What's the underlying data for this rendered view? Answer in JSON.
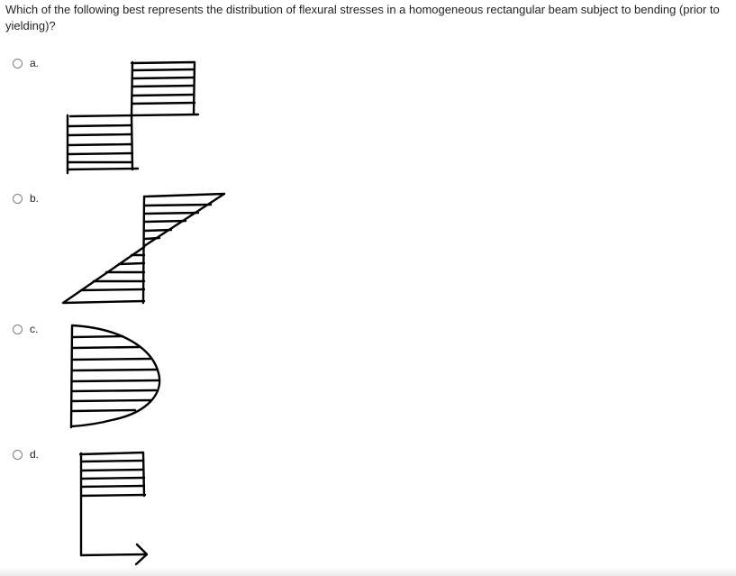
{
  "question": {
    "text": "Which of the following best represents the distribution of flexural stresses in a homogeneous rectangular beam subject to bending (prior to yielding)?"
  },
  "options": [
    {
      "label": "a.",
      "icon": "radio-unchecked",
      "selected": false
    },
    {
      "label": "b.",
      "icon": "radio-unchecked",
      "selected": false
    },
    {
      "label": "c.",
      "icon": "radio-unchecked",
      "selected": false
    },
    {
      "label": "d.",
      "icon": "radio-unchecked",
      "selected": false
    }
  ],
  "colors": {
    "text": "#1d2125",
    "radio_border": "#7a7f85",
    "sketch": "#000000"
  }
}
